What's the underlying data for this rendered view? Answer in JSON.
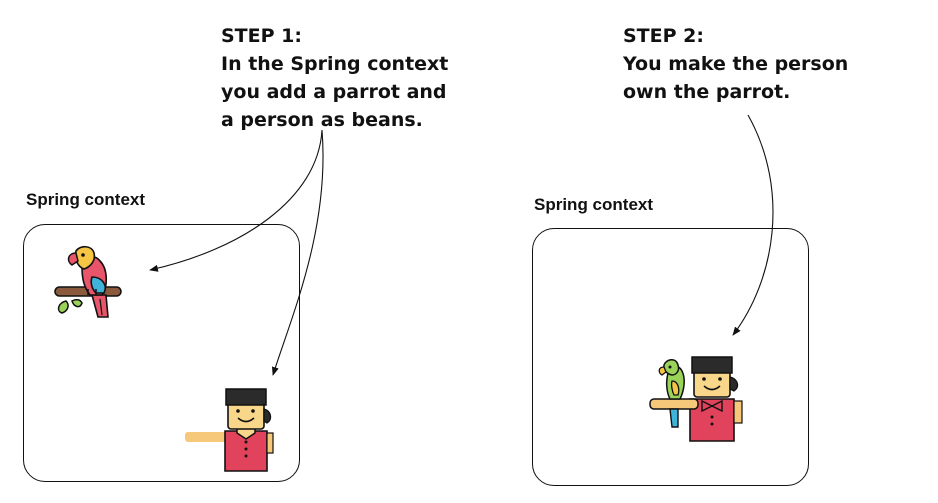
{
  "step1": {
    "title": "STEP 1:",
    "lines": [
      "In the Spring context",
      "you add a parrot and",
      "a person as beans."
    ]
  },
  "step2": {
    "title": "STEP 2:",
    "lines": [
      "You make the person",
      "own the parrot."
    ]
  },
  "contexts": [
    {
      "label": "Spring context"
    },
    {
      "label": "Spring context"
    }
  ],
  "icons": {
    "parrot": "parrot-icon",
    "person": "person-icon",
    "person_with_parrot": "person-with-parrot-icon"
  },
  "colors": {
    "outline": "#111111",
    "parrot_yellow": "#f6c544",
    "parrot_red": "#e8546a",
    "parrot_blue": "#3fb3d9",
    "perch_brown": "#8b5a3c",
    "leaf_green": "#9bd35a",
    "skin": "#f9d78a",
    "hair": "#2b2b2b",
    "shirt": "#e0435b",
    "arm": "#f6c87a"
  }
}
